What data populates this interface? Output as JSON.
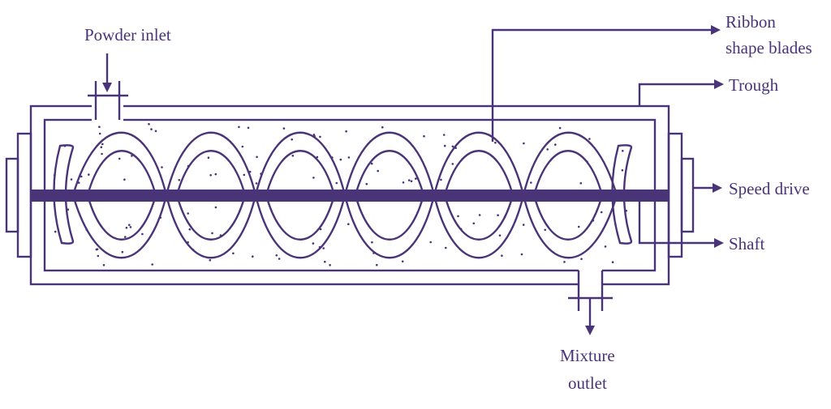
{
  "colors": {
    "stroke": "#4a3478",
    "background": "#ffffff"
  },
  "labels": {
    "powder_inlet": "Powder inlet",
    "ribbon_line1": "Ribbon",
    "ribbon_line2": "shape blades",
    "trough": "Trough",
    "speed_drive": "Speed drive",
    "shaft": "Shaft",
    "mixture_line1": "Mixture",
    "mixture_line2": "outlet"
  }
}
